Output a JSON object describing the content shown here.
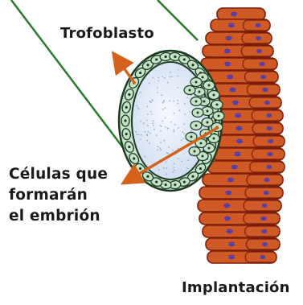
{
  "labels": {
    "trophoblast": "Trofoblasto",
    "cells_line1": "Células que",
    "cells_line2": "formarán",
    "cells_line3": "el embrión",
    "implantation": "Implantación"
  },
  "colors": {
    "endometrium_cell": "#cf5a26",
    "endometrium_outline": "#7a1e0a",
    "nucleus": "#5b3fa0",
    "trophoblast_cell": "#c4e3c6",
    "trophoblast_outline": "#1d3a25",
    "blastocoel": "#e9f0fb",
    "arrow": "#d4621c",
    "leader_line": "#2b7a2b"
  }
}
